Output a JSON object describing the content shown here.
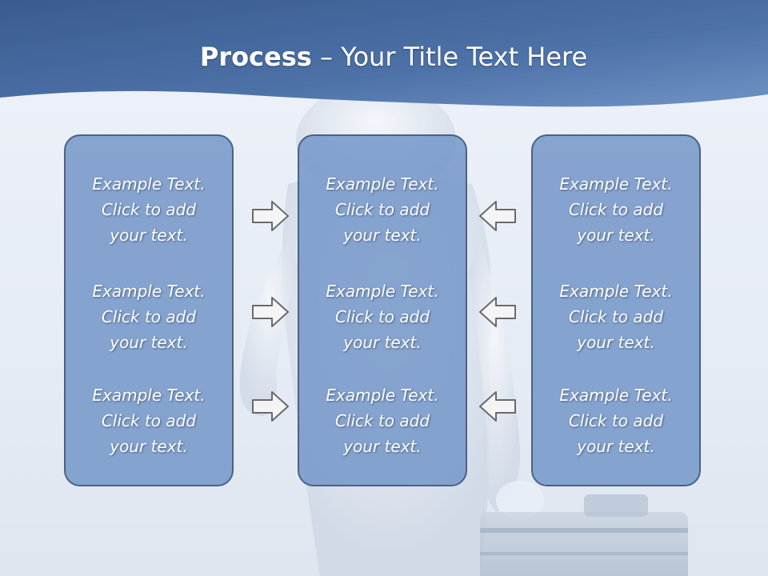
{
  "title": {
    "bold": "Process",
    "dash": " – ",
    "rest": "Your Title Text Here"
  },
  "columns": [
    {
      "items": [
        "Example Text.\nClick  to add\nyour text.",
        "Example Text.\nClick  to add\nyour text.",
        "Example Text.\nClick  to add\nyour text."
      ]
    },
    {
      "items": [
        "Example Text.\nClick  to add\nyour text.",
        "Example Text.\nClick  to add\nyour text.",
        "Example Text.\nClick  to add\nyour text."
      ]
    },
    {
      "items": [
        "Example Text.\nClick  to add\nyour text.",
        "Example Text.\nClick  to add\nyour text.",
        "Example Text.\nClick  to add\nyour text."
      ]
    }
  ],
  "arrows": {
    "left_group": {
      "direction": "right",
      "icon": "arrow-right-icon"
    },
    "right_group": {
      "direction": "left",
      "icon": "arrow-left-icon"
    }
  },
  "colors": {
    "header_top": "#3e5f93",
    "header_bottom": "#5c80b5",
    "box_fill": "#7698c8",
    "box_border": "#4b6186",
    "arrow_fill": "#f4f4f4",
    "arrow_stroke": "#6a6a6a"
  }
}
